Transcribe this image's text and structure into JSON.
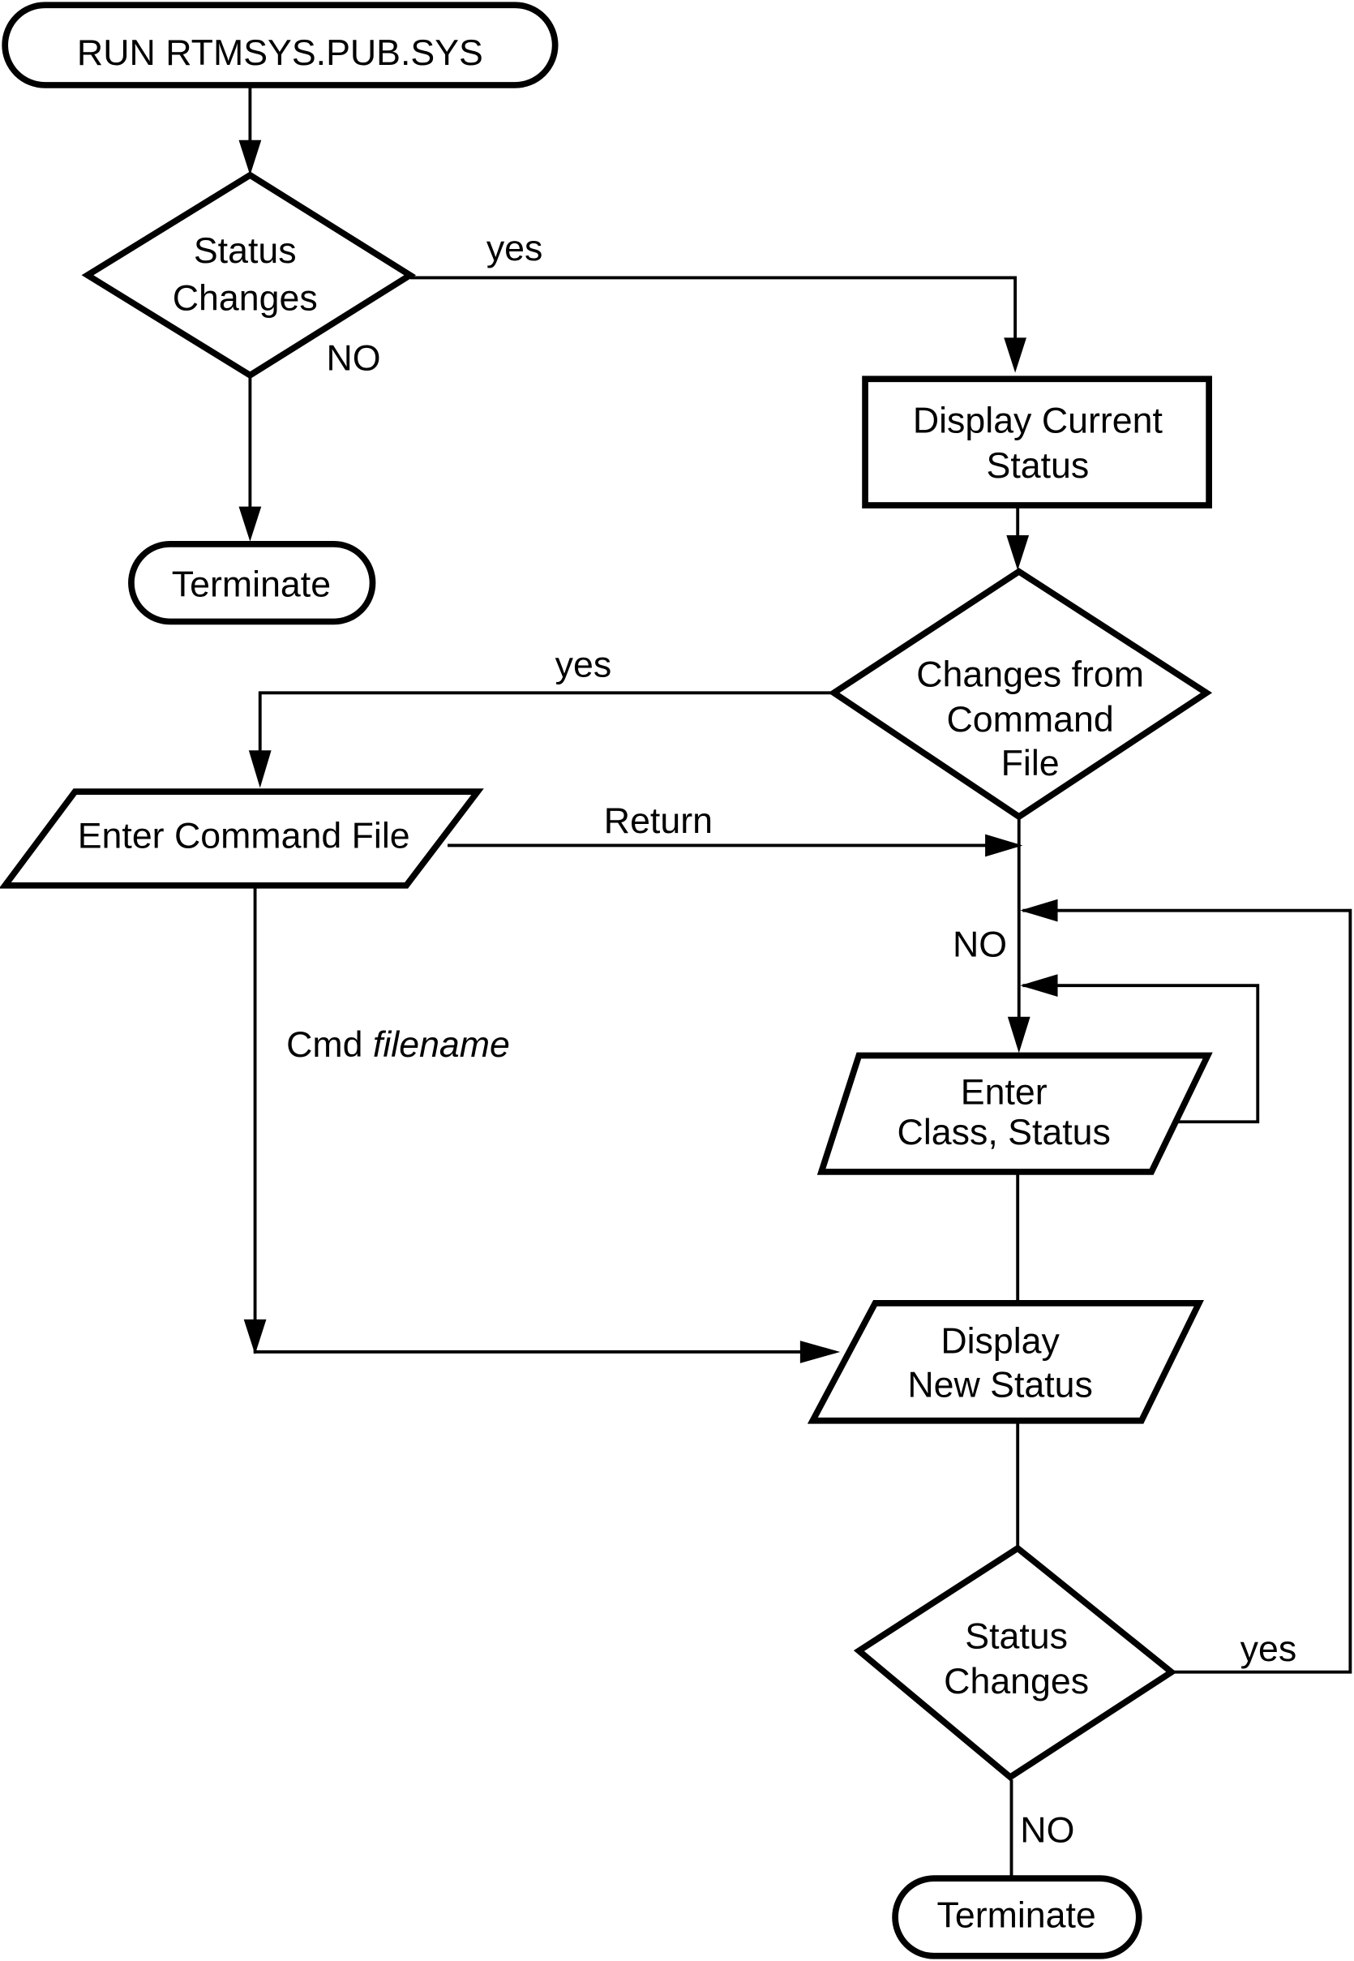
{
  "diagram": {
    "type": "flowchart",
    "nodes": {
      "start": {
        "shape": "terminal",
        "label": "RUN RTMSYS.PUB.SYS"
      },
      "decision1": {
        "shape": "decision",
        "lines": [
          "Status",
          "Changes"
        ]
      },
      "terminate1": {
        "shape": "terminal",
        "label": "Terminate"
      },
      "display_current": {
        "shape": "process",
        "lines": [
          "Display Current",
          "Status"
        ]
      },
      "decision2": {
        "shape": "decision",
        "lines": [
          "Changes from",
          "Command",
          "File"
        ]
      },
      "enter_command_file": {
        "shape": "io",
        "label": "Enter Command File"
      },
      "enter_class_status": {
        "shape": "io",
        "lines": [
          "Enter",
          "Class, Status"
        ]
      },
      "display_new_status": {
        "shape": "io",
        "lines": [
          "Display",
          "New Status"
        ]
      },
      "decision3": {
        "shape": "decision",
        "lines": [
          "Status",
          "Changes"
        ]
      },
      "terminate2": {
        "shape": "terminal",
        "label": "Terminate"
      }
    },
    "edge_labels": {
      "d1_yes": "yes",
      "d1_no": "NO",
      "d2_yes": "yes",
      "return": "Return",
      "d2_no": "NO",
      "cmd_prefix": "Cmd",
      "cmd_italic": "filename",
      "d3_yes": "yes",
      "d3_no": "NO"
    },
    "edges": [
      {
        "from": "start",
        "to": "decision1"
      },
      {
        "from": "decision1",
        "to": "display_current",
        "label": "yes"
      },
      {
        "from": "decision1",
        "to": "terminate1",
        "label": "NO"
      },
      {
        "from": "display_current",
        "to": "decision2"
      },
      {
        "from": "decision2",
        "to": "enter_command_file",
        "label": "yes"
      },
      {
        "from": "enter_command_file",
        "to": "enter_class_status",
        "label": "Return"
      },
      {
        "from": "decision2",
        "to": "enter_class_status",
        "label": "NO"
      },
      {
        "from": "enter_class_status",
        "to": "enter_class_status"
      },
      {
        "from": "enter_command_file",
        "to": "display_new_status",
        "label": "Cmd filename"
      },
      {
        "from": "enter_class_status",
        "to": "display_new_status"
      },
      {
        "from": "display_new_status",
        "to": "decision3"
      },
      {
        "from": "decision3",
        "to": "enter_class_status",
        "label": "yes"
      },
      {
        "from": "decision3",
        "to": "terminate2",
        "label": "NO"
      }
    ]
  }
}
